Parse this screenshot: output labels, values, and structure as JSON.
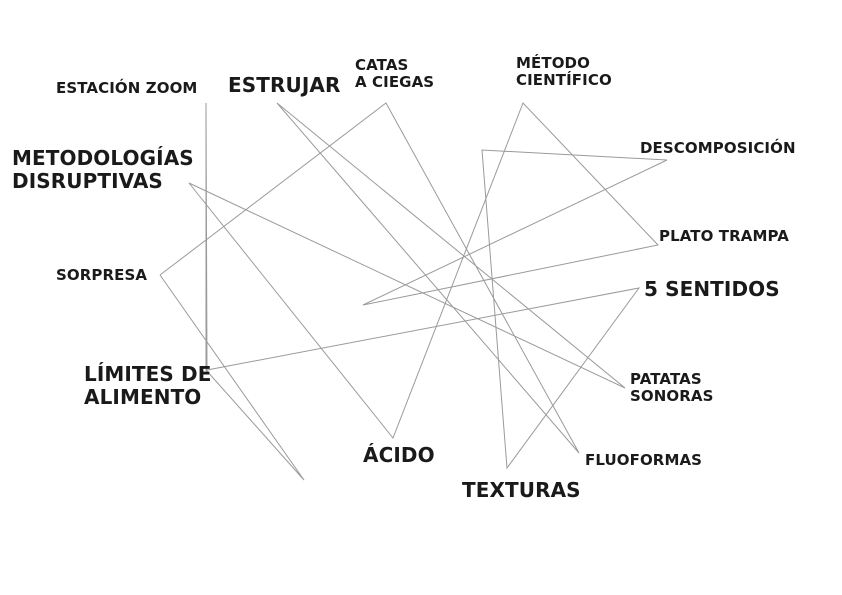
{
  "diagram": {
    "labels": {
      "estacion_zoom": "ESTACIÓN ZOOM",
      "estrujar": "ESTRUJAR",
      "catas_1": "CATAS",
      "catas_2": "A CIEGAS",
      "metodo_1": "MÉTODO",
      "metodo_2": "CIENTÍFICO",
      "descomposicion": "DESCOMPOSICIÓN",
      "metodologias_1": "METODOLOGÍAS",
      "metodologias_2": "DISRUPTIVAS",
      "plato_trampa": "PLATO TRAMPA",
      "sorpresa": "SORPRESA",
      "cinco_sentidos": "5 SENTIDOS",
      "limites_1": "LÍMITES DE",
      "limites_2": "ALIMENTO",
      "patatas_1": "PATATAS",
      "patatas_2": "SONORAS",
      "acido": "ÁCIDO",
      "fluoformas": "FLUOFORMAS",
      "texturas": "TEXTURAS"
    },
    "line_color": "#9a9a9a"
  }
}
